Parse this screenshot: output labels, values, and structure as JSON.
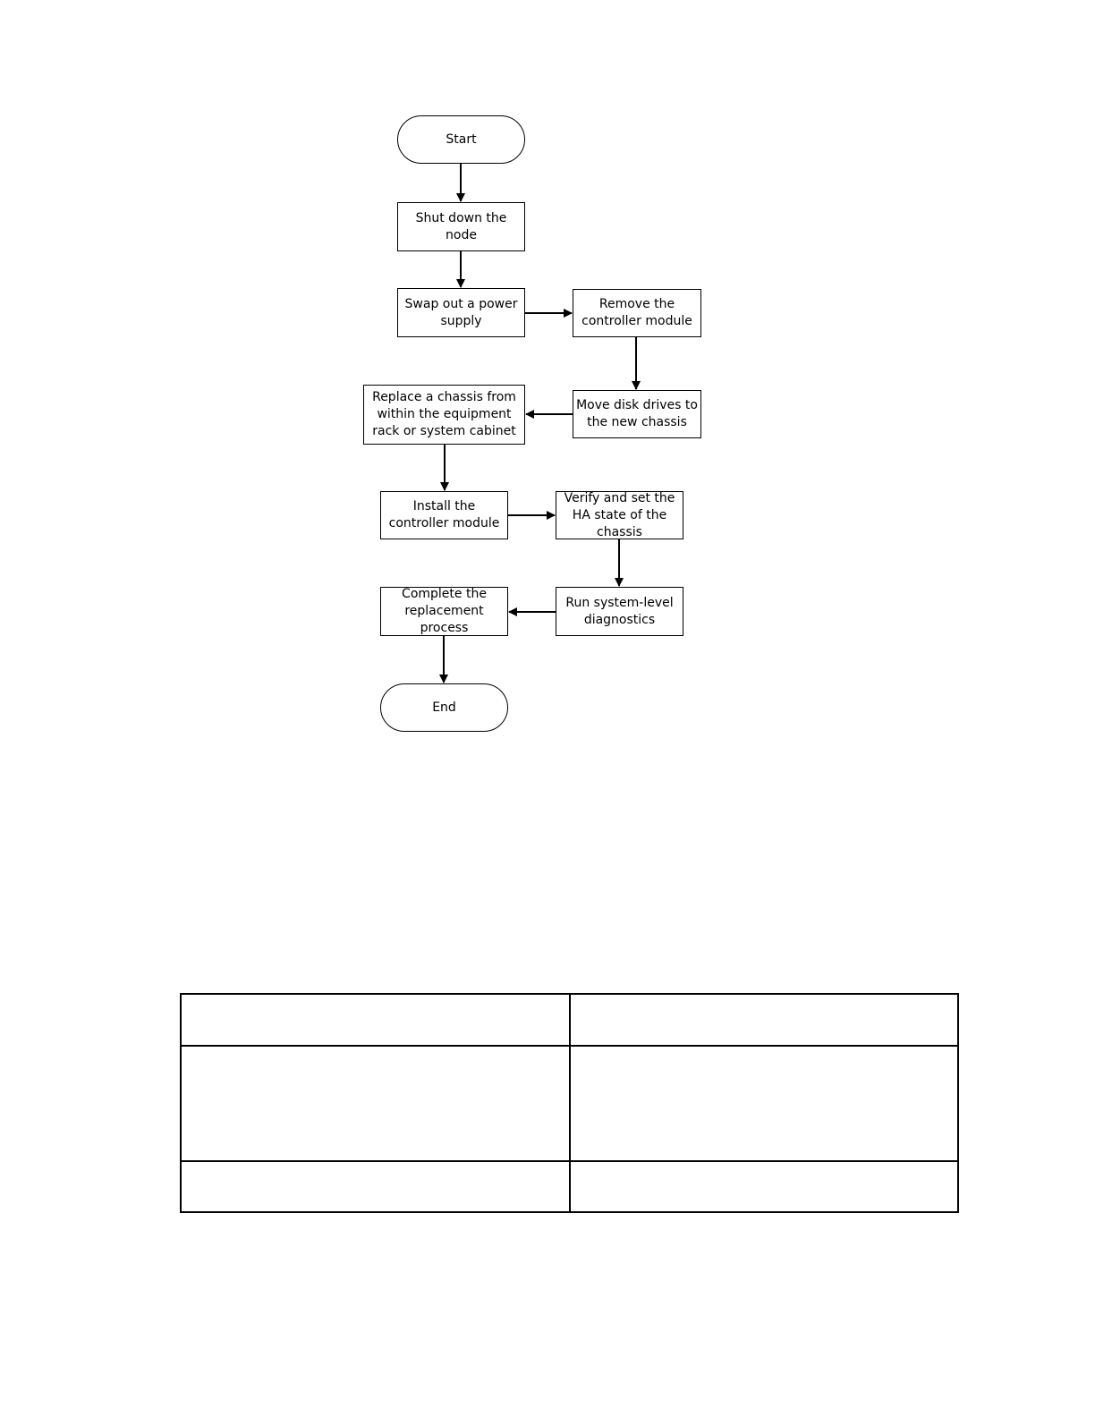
{
  "flowchart": {
    "nodes": [
      {
        "id": "start",
        "label": "Start",
        "shape": "terminal"
      },
      {
        "id": "shutdown",
        "label": "Shut down the node",
        "shape": "process"
      },
      {
        "id": "swap_psu",
        "label": "Swap out a power supply",
        "shape": "process"
      },
      {
        "id": "remove_controller",
        "label": "Remove the controller module",
        "shape": "process"
      },
      {
        "id": "move_drives",
        "label": "Move disk drives to the new chassis",
        "shape": "process"
      },
      {
        "id": "replace_chassis",
        "label": "Replace a chassis from within the equipment rack or system cabinet",
        "shape": "process"
      },
      {
        "id": "install_controller",
        "label": "Install the controller module",
        "shape": "process"
      },
      {
        "id": "verify_ha",
        "label": "Verify and set the HA state of the chassis",
        "shape": "process"
      },
      {
        "id": "run_diagnostics",
        "label": "Run system-level diagnostics",
        "shape": "process"
      },
      {
        "id": "complete",
        "label": "Complete the replacement process",
        "shape": "process"
      },
      {
        "id": "end",
        "label": "End",
        "shape": "terminal"
      }
    ],
    "edges": [
      {
        "from": "start",
        "to": "shutdown"
      },
      {
        "from": "shutdown",
        "to": "swap_psu"
      },
      {
        "from": "swap_psu",
        "to": "remove_controller"
      },
      {
        "from": "remove_controller",
        "to": "move_drives"
      },
      {
        "from": "move_drives",
        "to": "replace_chassis"
      },
      {
        "from": "replace_chassis",
        "to": "install_controller"
      },
      {
        "from": "install_controller",
        "to": "verify_ha"
      },
      {
        "from": "verify_ha",
        "to": "run_diagnostics"
      },
      {
        "from": "run_diagnostics",
        "to": "complete"
      },
      {
        "from": "complete",
        "to": "end"
      }
    ]
  },
  "table": {
    "rows": [
      [
        "",
        ""
      ],
      [
        "",
        ""
      ],
      [
        "",
        ""
      ]
    ]
  }
}
